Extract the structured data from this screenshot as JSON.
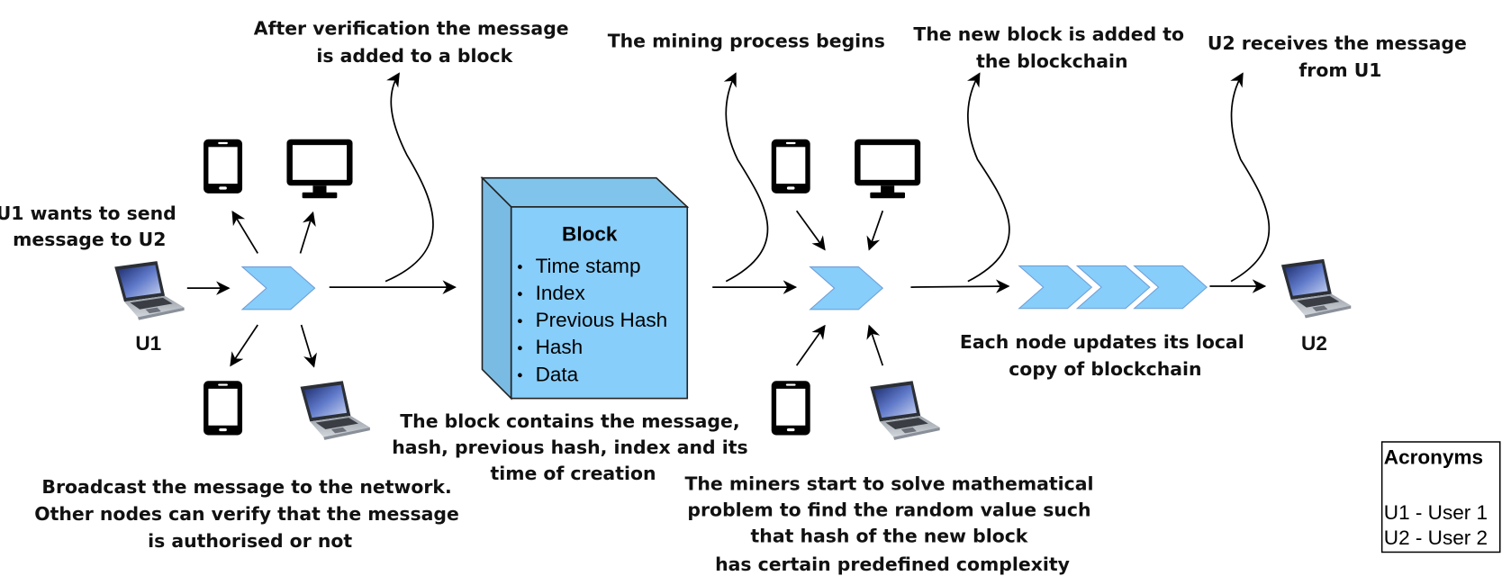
{
  "diagram": {
    "title": "Blockchain message transfer process",
    "colors": {
      "block_front": "#87cefa",
      "block_side": "#7abbe3",
      "block_top": "#80c4ec",
      "chevron_fill": "#87cefa",
      "chevron_stroke": "#6f9fd8",
      "text": "#111111"
    },
    "nodes": {
      "u1_label": "U1",
      "u2_label": "U2"
    },
    "captions": {
      "u1_sends": [
        "U1 wants to send",
        "message to U2"
      ],
      "broadcast": [
        "Broadcast the message to the network.",
        "Other nodes can verify that the message",
        "is  authorised or not"
      ],
      "after_verification": [
        "After verification the message",
        "is added to a block"
      ],
      "block_contains": [
        "The block contains the message,",
        "hash, previous hash, index and its",
        "time of creation"
      ],
      "mining_begins": [
        "The mining process  begins"
      ],
      "miners_solve": [
        "The miners start to solve mathematical",
        "problem to find the random value such",
        "that hash of the new block",
        "has certain  predefined complexity"
      ],
      "new_block_added": [
        "The new block is added to",
        "the blockchain"
      ],
      "nodes_update": [
        "Each node updates its local",
        "copy of blockchain"
      ],
      "u2_receives": [
        "U2 receives the message",
        "from U1"
      ]
    },
    "block": {
      "title": "Block",
      "items": [
        "Time stamp",
        "Index",
        "Previous Hash",
        "Hash",
        "Data"
      ]
    },
    "acronyms": {
      "title": "Acronyms",
      "items": [
        "U1 - User 1",
        "U2 - User 2"
      ]
    },
    "icons": {
      "broadcast_nodes": [
        "smartphone-icon",
        "monitor-icon",
        "smartphone-icon",
        "laptop-icon"
      ],
      "miner_nodes": [
        "smartphone-icon",
        "monitor-icon",
        "smartphone-icon",
        "laptop-icon"
      ],
      "users": [
        "laptop-icon",
        "laptop-icon"
      ]
    }
  }
}
